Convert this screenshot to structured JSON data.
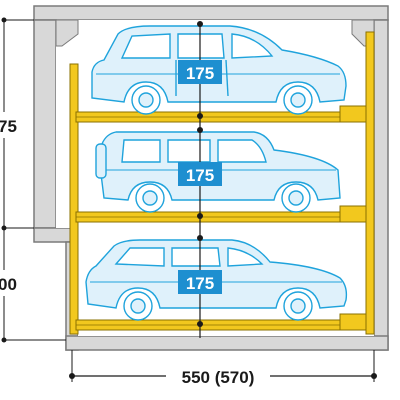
{
  "dimensions": {
    "width_label": "550 (570)",
    "upper_height_partial": "75",
    "lower_height_partial": "00"
  },
  "levels": [
    {
      "height_label": "175",
      "car": "suv-top"
    },
    {
      "height_label": "175",
      "car": "offroad-middle"
    },
    {
      "height_label": "175",
      "car": "suv-bottom"
    }
  ],
  "colors": {
    "platform": "#f2c81e",
    "car_fill": "#dff1fb",
    "car_stroke": "#1fa3dc",
    "badge": "#1e8fd0",
    "wall": "#7a7a7a",
    "wall_fill": "#d8d8d8"
  }
}
